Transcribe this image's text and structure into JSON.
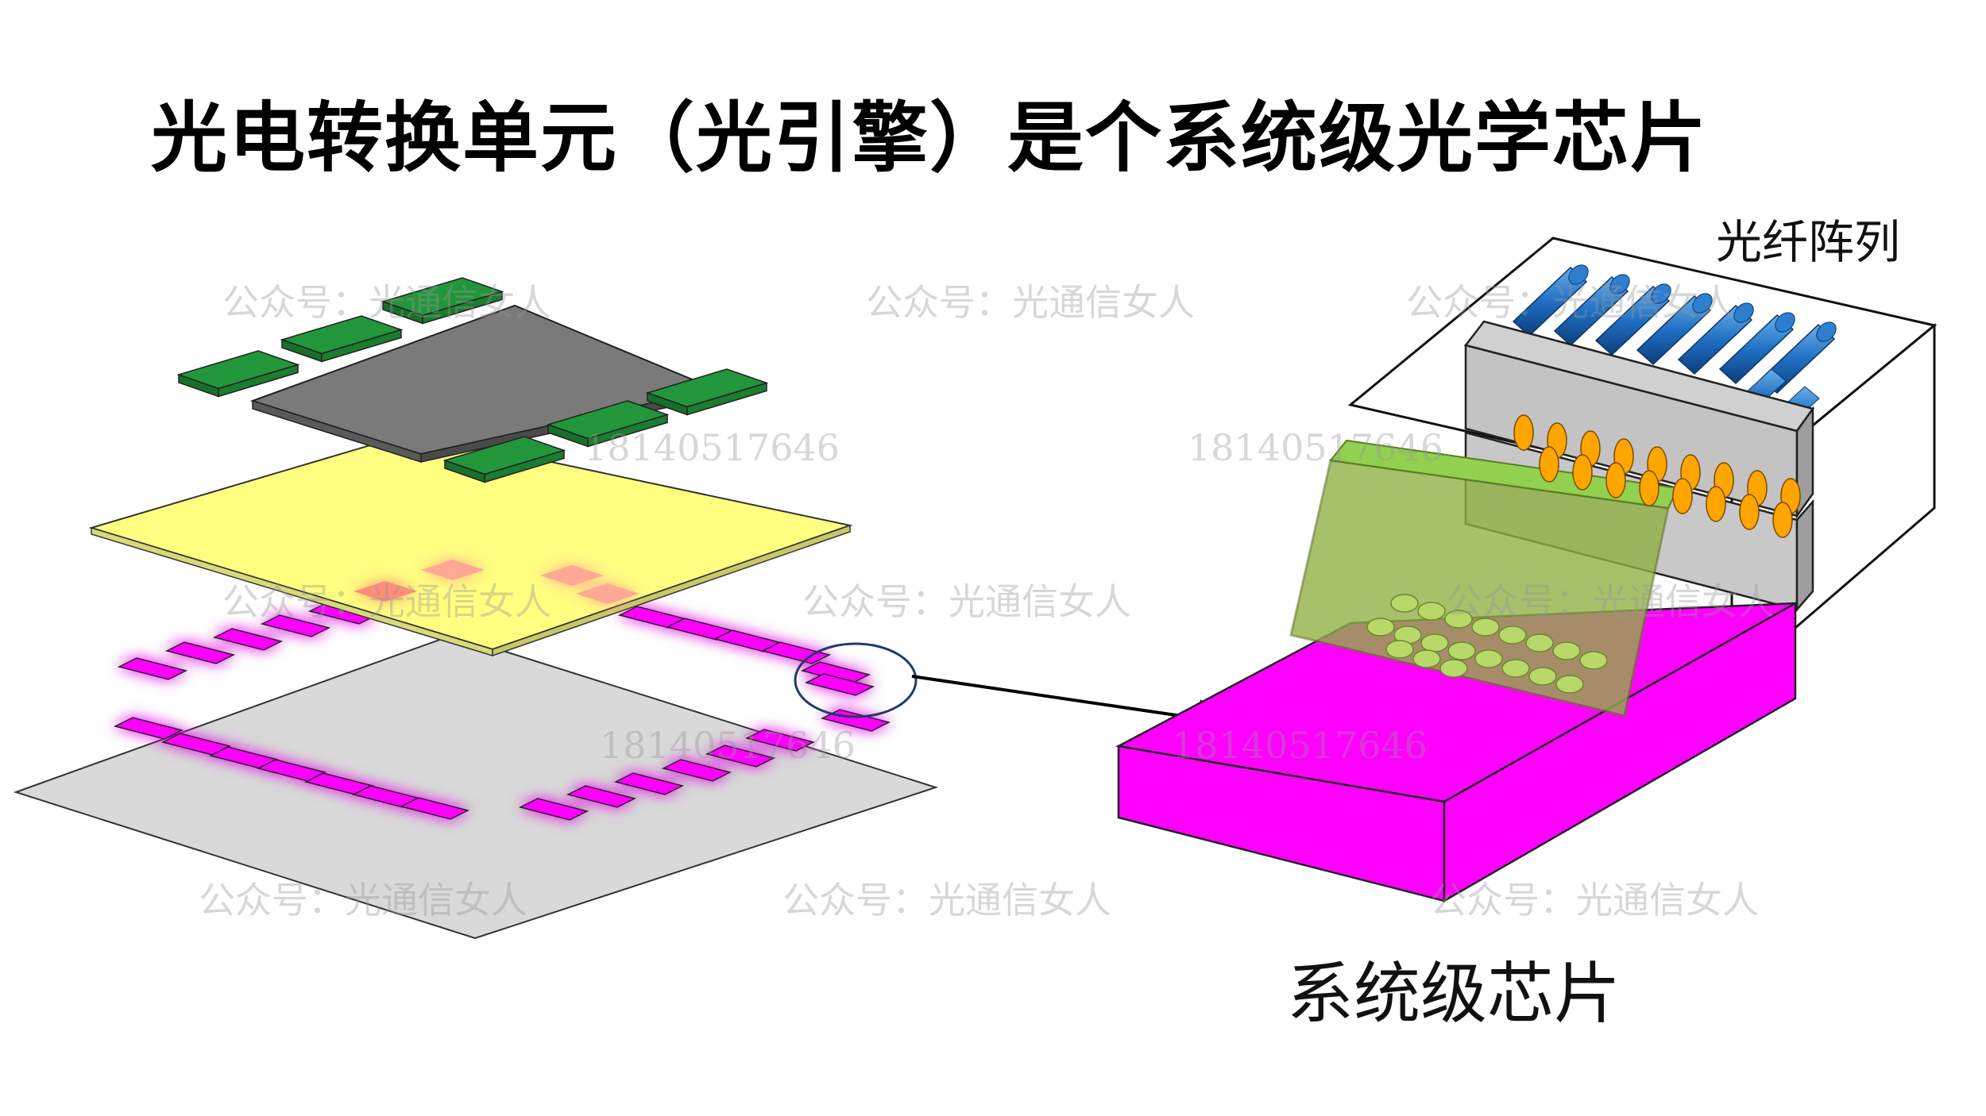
{
  "title": "光电转换单元（光引擎）是个系统级光学芯片",
  "labels": {
    "fiber_array": "光纤阵列",
    "system_chip": "系统级芯片"
  },
  "watermarks": {
    "text": "公众号：光通信女人",
    "number": "18140517646"
  },
  "colors": {
    "pcb_green": "#22963a",
    "asic_gray": "#7a7a7a",
    "interposer_yellow": "#ffff80",
    "substrate_gray": "#d9d9d9",
    "optical_magenta": "#ff00ff",
    "glow_pink": "#ff66ff",
    "fiber_blue": "#1f6fc5",
    "lens_orange": "#ffa500",
    "window_green": "#92d050"
  }
}
